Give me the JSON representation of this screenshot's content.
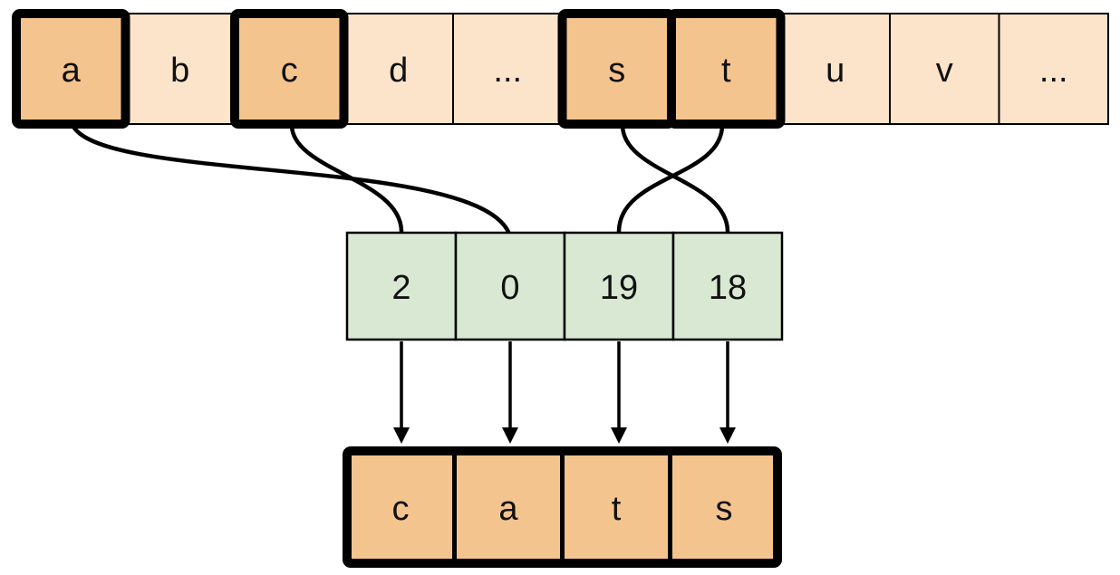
{
  "colors": {
    "cell_light": "#fbe4ca",
    "cell_highlight": "#f4c48e",
    "cell_index": "#d8e8d2",
    "line": "#000000",
    "background": "#ffffff"
  },
  "vocab_row": {
    "cells": [
      {
        "label": "a",
        "highlighted": true
      },
      {
        "label": "b",
        "highlighted": false
      },
      {
        "label": "c",
        "highlighted": true
      },
      {
        "label": "d",
        "highlighted": false
      },
      {
        "label": "...",
        "highlighted": false
      },
      {
        "label": "s",
        "highlighted": true
      },
      {
        "label": "t",
        "highlighted": true
      },
      {
        "label": "u",
        "highlighted": false
      },
      {
        "label": "v",
        "highlighted": false
      },
      {
        "label": "...",
        "highlighted": false
      }
    ]
  },
  "index_row": {
    "cells": [
      {
        "label": "2"
      },
      {
        "label": "0"
      },
      {
        "label": "19"
      },
      {
        "label": "18"
      }
    ]
  },
  "output_row": {
    "cells": [
      {
        "label": "c"
      },
      {
        "label": "a"
      },
      {
        "label": "t"
      },
      {
        "label": "s"
      }
    ]
  },
  "connections": [
    {
      "from_vocab": "a",
      "to_index_value": "0"
    },
    {
      "from_vocab": "c",
      "to_index_value": "2"
    },
    {
      "from_vocab": "s",
      "to_index_value": "18"
    },
    {
      "from_vocab": "t",
      "to_index_value": "19"
    }
  ]
}
